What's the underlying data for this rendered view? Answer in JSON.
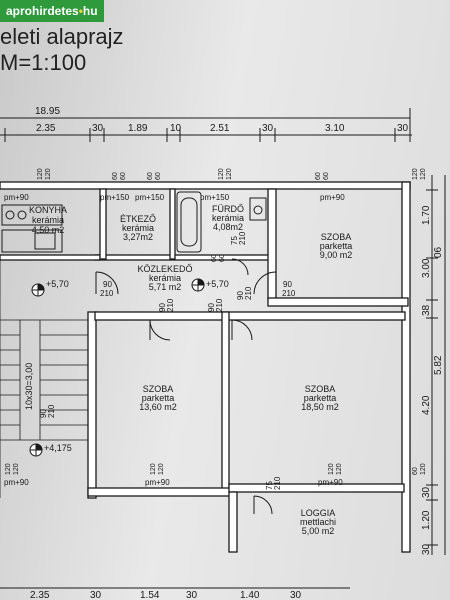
{
  "watermark": {
    "name": "aprohirdetes",
    "dot": "•",
    "tld": "hu",
    "color": "#2e9a3c"
  },
  "header": {
    "title": "eleti alaprajz",
    "scale": "M=1:100"
  },
  "dimensions": {
    "overall_width": "18.95",
    "top_row": [
      "2.35",
      "30",
      "1.89",
      "10",
      "2.51",
      "30",
      "3.10",
      "30"
    ],
    "right_col": [
      "1.70",
      "06",
      "3.00",
      "38",
      "4.20",
      "5.82",
      "30",
      "1.20",
      "30"
    ],
    "bottom_row": [
      "2.35",
      "30",
      "1.54",
      "30",
      "1.40",
      "30"
    ]
  },
  "rooms": [
    {
      "id": "konyha",
      "name": "KONYHA",
      "floor": "kerámia",
      "area": "4,50 m2"
    },
    {
      "id": "etkezo",
      "name": "ÉTKEZŐ",
      "floor": "kerámia",
      "area": "3,27m2"
    },
    {
      "id": "furdo",
      "name": "FÜRDŐ",
      "floor": "kerámia",
      "area": "4,08m2"
    },
    {
      "id": "szoba1",
      "name": "SZOBA",
      "floor": "parketta",
      "area": "9,00 m2"
    },
    {
      "id": "kozlekedo",
      "name": "KÖZLEKEDŐ",
      "floor": "kerámia",
      "area": "5,71 m2"
    },
    {
      "id": "szoba2",
      "name": "SZOBA",
      "floor": "parketta",
      "area": "13,60 m2"
    },
    {
      "id": "szoba3",
      "name": "SZOBA",
      "floor": "parketta",
      "area": "18,50 m2"
    },
    {
      "id": "loggia",
      "name": "LOGGIA",
      "floor": "mettlachi",
      "area": "5,00 m2"
    }
  ],
  "window_labels": [
    "pm+90",
    "pm+150",
    "pm+150",
    "pm+150",
    "pm+90",
    "pm+90",
    "pm+90",
    "pm+90"
  ],
  "window_marks": [
    "120",
    "120",
    "60",
    "60",
    "60",
    "60",
    "120",
    "120",
    "60",
    "60",
    "60",
    "60",
    "120",
    "120",
    "120",
    "120",
    "120",
    "120",
    "120",
    "120",
    "60",
    "120"
  ],
  "door_marks": [
    "90",
    "210",
    "90",
    "210",
    "90",
    "210",
    "90",
    "210",
    "90",
    "210",
    "90",
    "210",
    "75",
    "210",
    "75",
    "210"
  ],
  "levels": [
    "+5,70",
    "+5,70",
    "+4,175"
  ],
  "stair": {
    "label": "10x30=3,00"
  }
}
